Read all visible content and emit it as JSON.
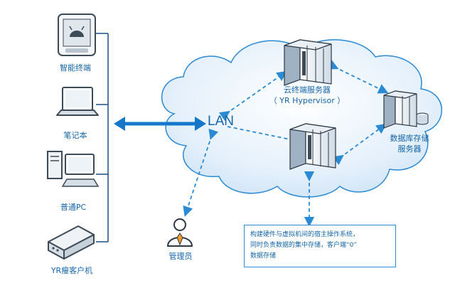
{
  "devices": [
    {
      "label": "智能终端",
      "icon": "smart-terminal-icon"
    },
    {
      "label": "笔记本",
      "icon": "laptop-icon"
    },
    {
      "label": "普通PC",
      "icon": "desktop-pc-icon"
    },
    {
      "label": "YR瘦客户机",
      "icon": "thin-client-icon"
    }
  ],
  "lan": "LAN",
  "cloud_server": {
    "label": "云终端服务器",
    "sublabel": "（ YR Hypervisor ）"
  },
  "db_server": {
    "line1": "数据库存储",
    "line2": "服务器"
  },
  "admin": {
    "label": "管理员"
  },
  "note": {
    "line1": "构建硬件与虚拟机间的宿主操作系统，",
    "line2": "同时负责数据的集中存储，客户端“0”",
    "line3": "数据存储"
  },
  "colors": {
    "accent": "#1565a8",
    "line": "#2a8ad4",
    "cloud": "#dcebf9",
    "server": "#e9eff5"
  }
}
